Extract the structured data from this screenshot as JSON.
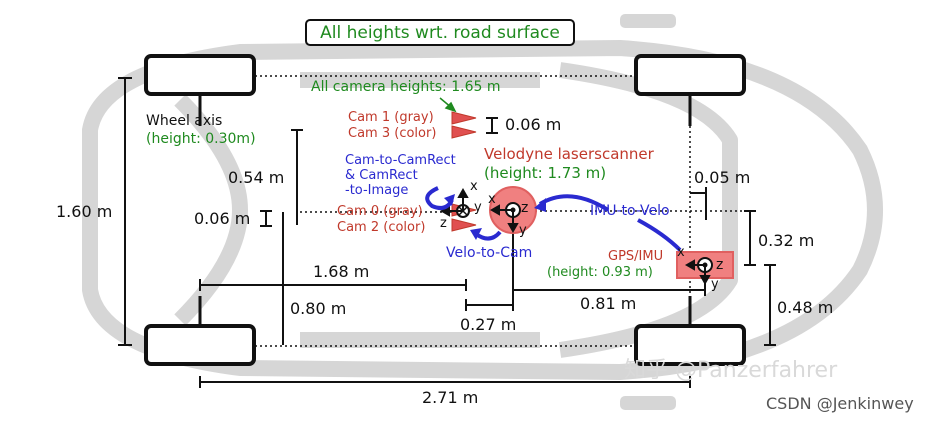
{
  "title": "All heights wrt. road surface",
  "camera_heights": "All camera heights: 1.65 m",
  "wheel_axis": {
    "label": "Wheel axis",
    "height": "(height: 0.30m)"
  },
  "cam13": {
    "line1": "Cam 1 (gray)",
    "line2": "Cam 3 (color)"
  },
  "cam02": {
    "line1": "Cam 0 (gray)",
    "line2": "Cam 2 (color)"
  },
  "velodyne": {
    "label": "Velodyne laserscanner",
    "height": "(height: 1.73 m)"
  },
  "gps": {
    "label": "GPS/IMU",
    "height": "(height: 0.93 m)"
  },
  "transforms": {
    "cam_to_camrect_1": "Cam-to-CamRect",
    "cam_to_camrect_2": "& CamRect",
    "cam_to_camrect_3": "-to-Image",
    "imu_to_velo": "IMU-to-Velo",
    "velo_to_cam": "Velo-to-Cam"
  },
  "axes": {
    "x": "x",
    "y": "y",
    "z": "z"
  },
  "dimensions": {
    "cam_spacing": "0.06 m",
    "cam_height_offset": "0.54 m",
    "cam02_spacing": "0.06 m",
    "car_width": "1.60 m",
    "velo_to_rear_axle_x": "0.05 m",
    "gps_to_velo_height": "0.32 m",
    "cam_to_front_axle": "1.68 m",
    "cam_to_side": "0.80 m",
    "velo_to_gps": "0.81 m",
    "cam_to_velo": "0.27 m",
    "gps_to_side": "0.48 m",
    "wheelbase": "2.71 m"
  },
  "watermark": "知乎 @Panzerfahrer",
  "credit": "CSDN @Jenkinwey",
  "colors": {
    "car_body": "#d6d6d6",
    "wheel_fill": "#ffffff",
    "green": "#1f8a1f",
    "red": "#c0392b",
    "blue": "#2a2ad0",
    "sensor_fill": "#f08080"
  }
}
